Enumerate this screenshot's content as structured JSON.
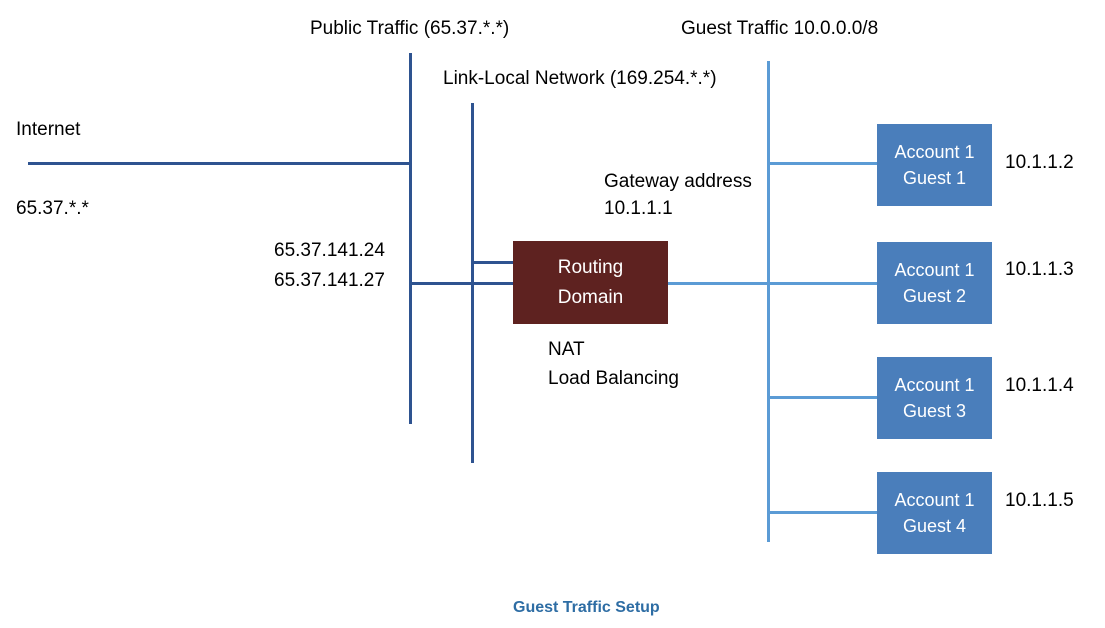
{
  "diagram": {
    "title": "Guest Traffic Setup",
    "colors": {
      "dark_blue_line": "#2E5390",
      "light_blue_line": "#5B9BD5",
      "guest_box": "#4A7EBB",
      "router_box": "#5E2220",
      "caption": "#2E6DA4",
      "text": "#000000"
    },
    "labels": {
      "public_traffic": "Public Traffic (65.37.*.*)",
      "link_local": "Link-Local Network (169.254.*.*)",
      "guest_traffic": "Guest Traffic 10.0.0.0/8",
      "internet": "Internet",
      "internet_subnet": "65.37.*.*",
      "public_ip_1": "65.37.141.24",
      "public_ip_2": "65.37.141.27",
      "gateway_title": "Gateway address",
      "gateway_ip": "10.1.1.1",
      "nat": "NAT",
      "load_balancing": "Load Balancing"
    },
    "router": {
      "line1": "Routing",
      "line2": "Domain"
    },
    "guests": [
      {
        "line1": "Account 1",
        "line2": "Guest 1",
        "ip": "10.1.1.2"
      },
      {
        "line1": "Account 1",
        "line2": "Guest 2",
        "ip": "10.1.1.3"
      },
      {
        "line1": "Account 1",
        "line2": "Guest 3",
        "ip": "10.1.1.4"
      },
      {
        "line1": "Account 1",
        "line2": "Guest 4",
        "ip": "10.1.1.5"
      }
    ]
  }
}
